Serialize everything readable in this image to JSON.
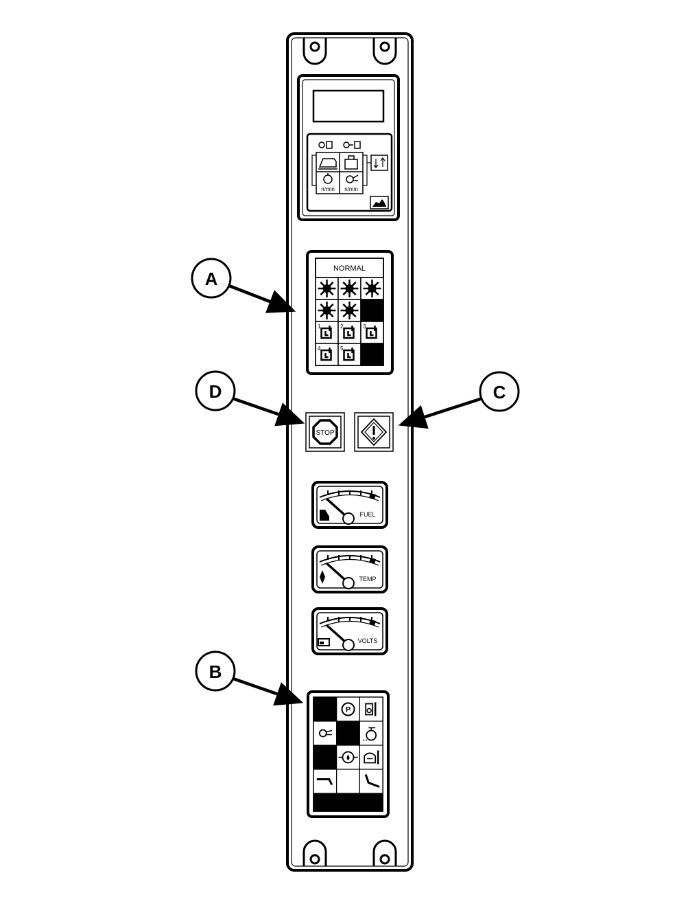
{
  "display_module": {
    "unit_label": "n/min",
    "lights": [
      {
        "position": "top-left-heading",
        "icon": "oil-can-icon"
      },
      {
        "position": "top-right-heading",
        "icon": "turbo-icon"
      },
      {
        "position": "middle-left",
        "icon": "engine-speed-icon"
      },
      {
        "position": "middle-right",
        "icon": "fuel-tank-icon"
      },
      {
        "position": "bottom-left",
        "icon": "engine-icon"
      },
      {
        "position": "bottom-right",
        "icon": "turbo-icon"
      }
    ],
    "side_button_icon": "up-down-arrows-icon",
    "logo_icon": "deer-logo-icon"
  },
  "indicator_panel_a": {
    "header_label": "NORMAL",
    "light_icon": "starburst-icon",
    "plug_icon": "glow-plug-icon",
    "plug_numbers": [
      "1",
      "2",
      "3",
      "4",
      "5"
    ]
  },
  "stop_button": {
    "label": "STOP",
    "icon": "stop-octagon-icon"
  },
  "warning_button": {
    "icon": "warning-diamond-icon"
  },
  "gauges": [
    {
      "label": "FUEL",
      "icon": "fuel-pump-icon"
    },
    {
      "label": "TEMP",
      "icon": "thermometer-icon"
    },
    {
      "label": "VOLTS",
      "icon": "battery-icon"
    }
  ],
  "indicator_panel_b": {
    "parking_symbol": "P",
    "icons": [
      "parking-brake-icon",
      "hydraulic-oil-icon",
      "turbo-icon",
      "air-filter-icon",
      "oil-pressure-icon",
      "coolant-level-icon",
      "left-lever-icon",
      "pedal-icon"
    ]
  },
  "callouts": [
    {
      "letter": "A"
    },
    {
      "letter": "B"
    },
    {
      "letter": "C"
    },
    {
      "letter": "D"
    }
  ]
}
